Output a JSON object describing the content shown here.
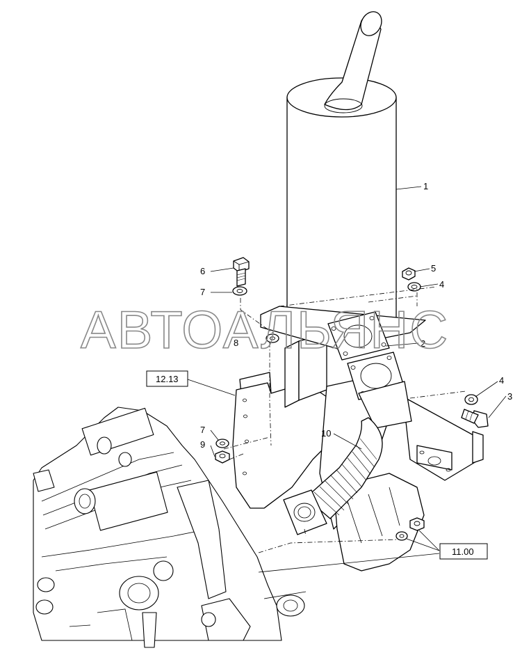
{
  "callouts": [
    "1",
    "2",
    "3",
    "4",
    "4",
    "5",
    "6",
    "7",
    "7",
    "8",
    "9",
    "10"
  ],
  "refs": [
    "12.13",
    "11.00"
  ],
  "watermark": "АВТОАЛЬЯНС"
}
